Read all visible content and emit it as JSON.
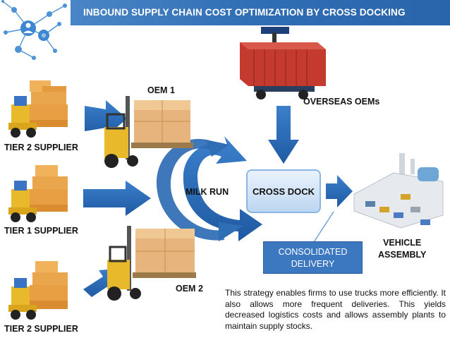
{
  "header": {
    "title": "INBOUND SUPPLY CHAIN COST OPTIMIZATION BY CROSS DOCKING"
  },
  "labels": {
    "oem1": "OEM 1",
    "oem2": "OEM 2",
    "overseas": "OVERSEAS OEMs",
    "tier2_top": "TIER 2 SUPPLIER",
    "tier1": "TIER 1 SUPPLIER",
    "tier2_bottom": "TIER 2 SUPPLIER",
    "milk_run": "MILK RUN",
    "vehicle_assembly": [
      "VEHICLE",
      "ASSEMBLY"
    ]
  },
  "cross_dock": "CROSS DOCK",
  "consolidated": [
    "CONSOLIDATED",
    "DELIVERY"
  ],
  "description": "This strategy enables firms to use trucks more efficiently. It also allows more frequent deliveries. This yields decreased logistics costs and allows assembly plants to maintain supply stocks.",
  "colors": {
    "header": "#2f6db4",
    "arrow": "#2f6db4",
    "box_dark": "#3c78c0",
    "container": "#c43a2e",
    "forklift": "#e2b21c",
    "boxes": "#e9a24a"
  },
  "icons": [
    "network-icon",
    "forklift-icon",
    "shipping-container-icon",
    "factory-icon"
  ]
}
